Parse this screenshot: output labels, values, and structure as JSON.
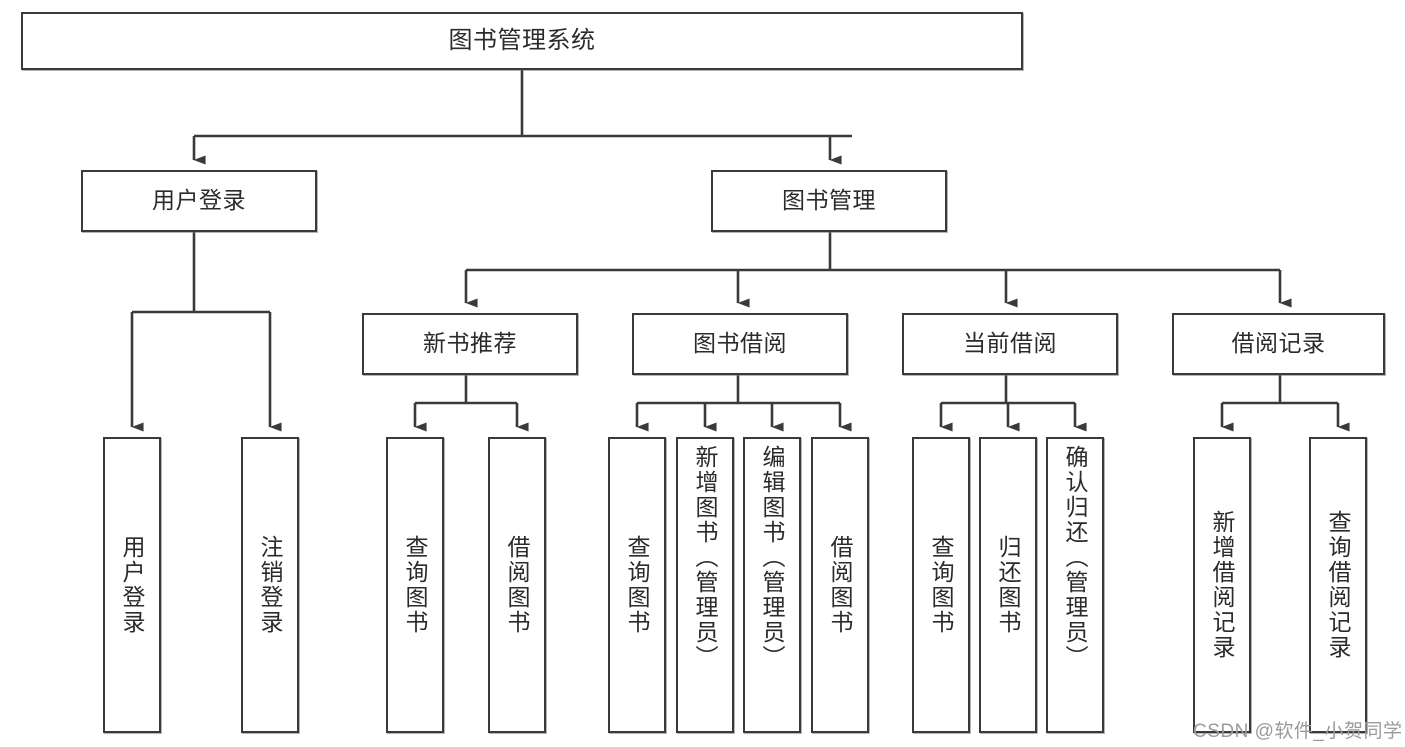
{
  "diagram": {
    "title_box": {
      "label": "图书管理系统"
    },
    "level2": [
      {
        "id": "user-login",
        "label": "用户登录"
      },
      {
        "id": "book-management",
        "label": "图书管理"
      }
    ],
    "level3": [
      {
        "id": "new-book-recommend",
        "label": "新书推荐"
      },
      {
        "id": "book-borrow",
        "label": "图书借阅"
      },
      {
        "id": "current-borrow",
        "label": "当前借阅"
      },
      {
        "id": "borrow-record",
        "label": "借阅记录"
      }
    ],
    "leaves": {
      "user_login": [
        {
          "id": "leaf-user-login",
          "label": "用户登录"
        },
        {
          "id": "leaf-logout-login",
          "label": "注销登录"
        }
      ],
      "new_book_recommend": [
        {
          "id": "leaf-query-book-1",
          "label": "查询图书"
        },
        {
          "id": "leaf-borrow-book-1",
          "label": "借阅图书"
        }
      ],
      "book_borrow": [
        {
          "id": "leaf-query-book-2",
          "label": "查询图书"
        },
        {
          "id": "leaf-add-book",
          "label": "新增图书（管理员）"
        },
        {
          "id": "leaf-edit-book",
          "label": "编辑图书（管理员）"
        },
        {
          "id": "leaf-borrow-book-2",
          "label": "借阅图书"
        }
      ],
      "current_borrow": [
        {
          "id": "leaf-query-book-3",
          "label": "查询图书"
        },
        {
          "id": "leaf-return-book",
          "label": "归还图书"
        },
        {
          "id": "leaf-confirm-return",
          "label": "确认归还（管理员）"
        }
      ],
      "borrow_record": [
        {
          "id": "leaf-add-record",
          "label": "新增借阅记录"
        },
        {
          "id": "leaf-query-record",
          "label": "查询借阅记录"
        }
      ]
    }
  },
  "watermark": {
    "text": "CSDN @软件_小贺同学"
  },
  "colors": {
    "border": "#3a3a3a",
    "text": "#2b2b2b",
    "background": "#ffffff",
    "watermark": "#9b9b9b"
  }
}
